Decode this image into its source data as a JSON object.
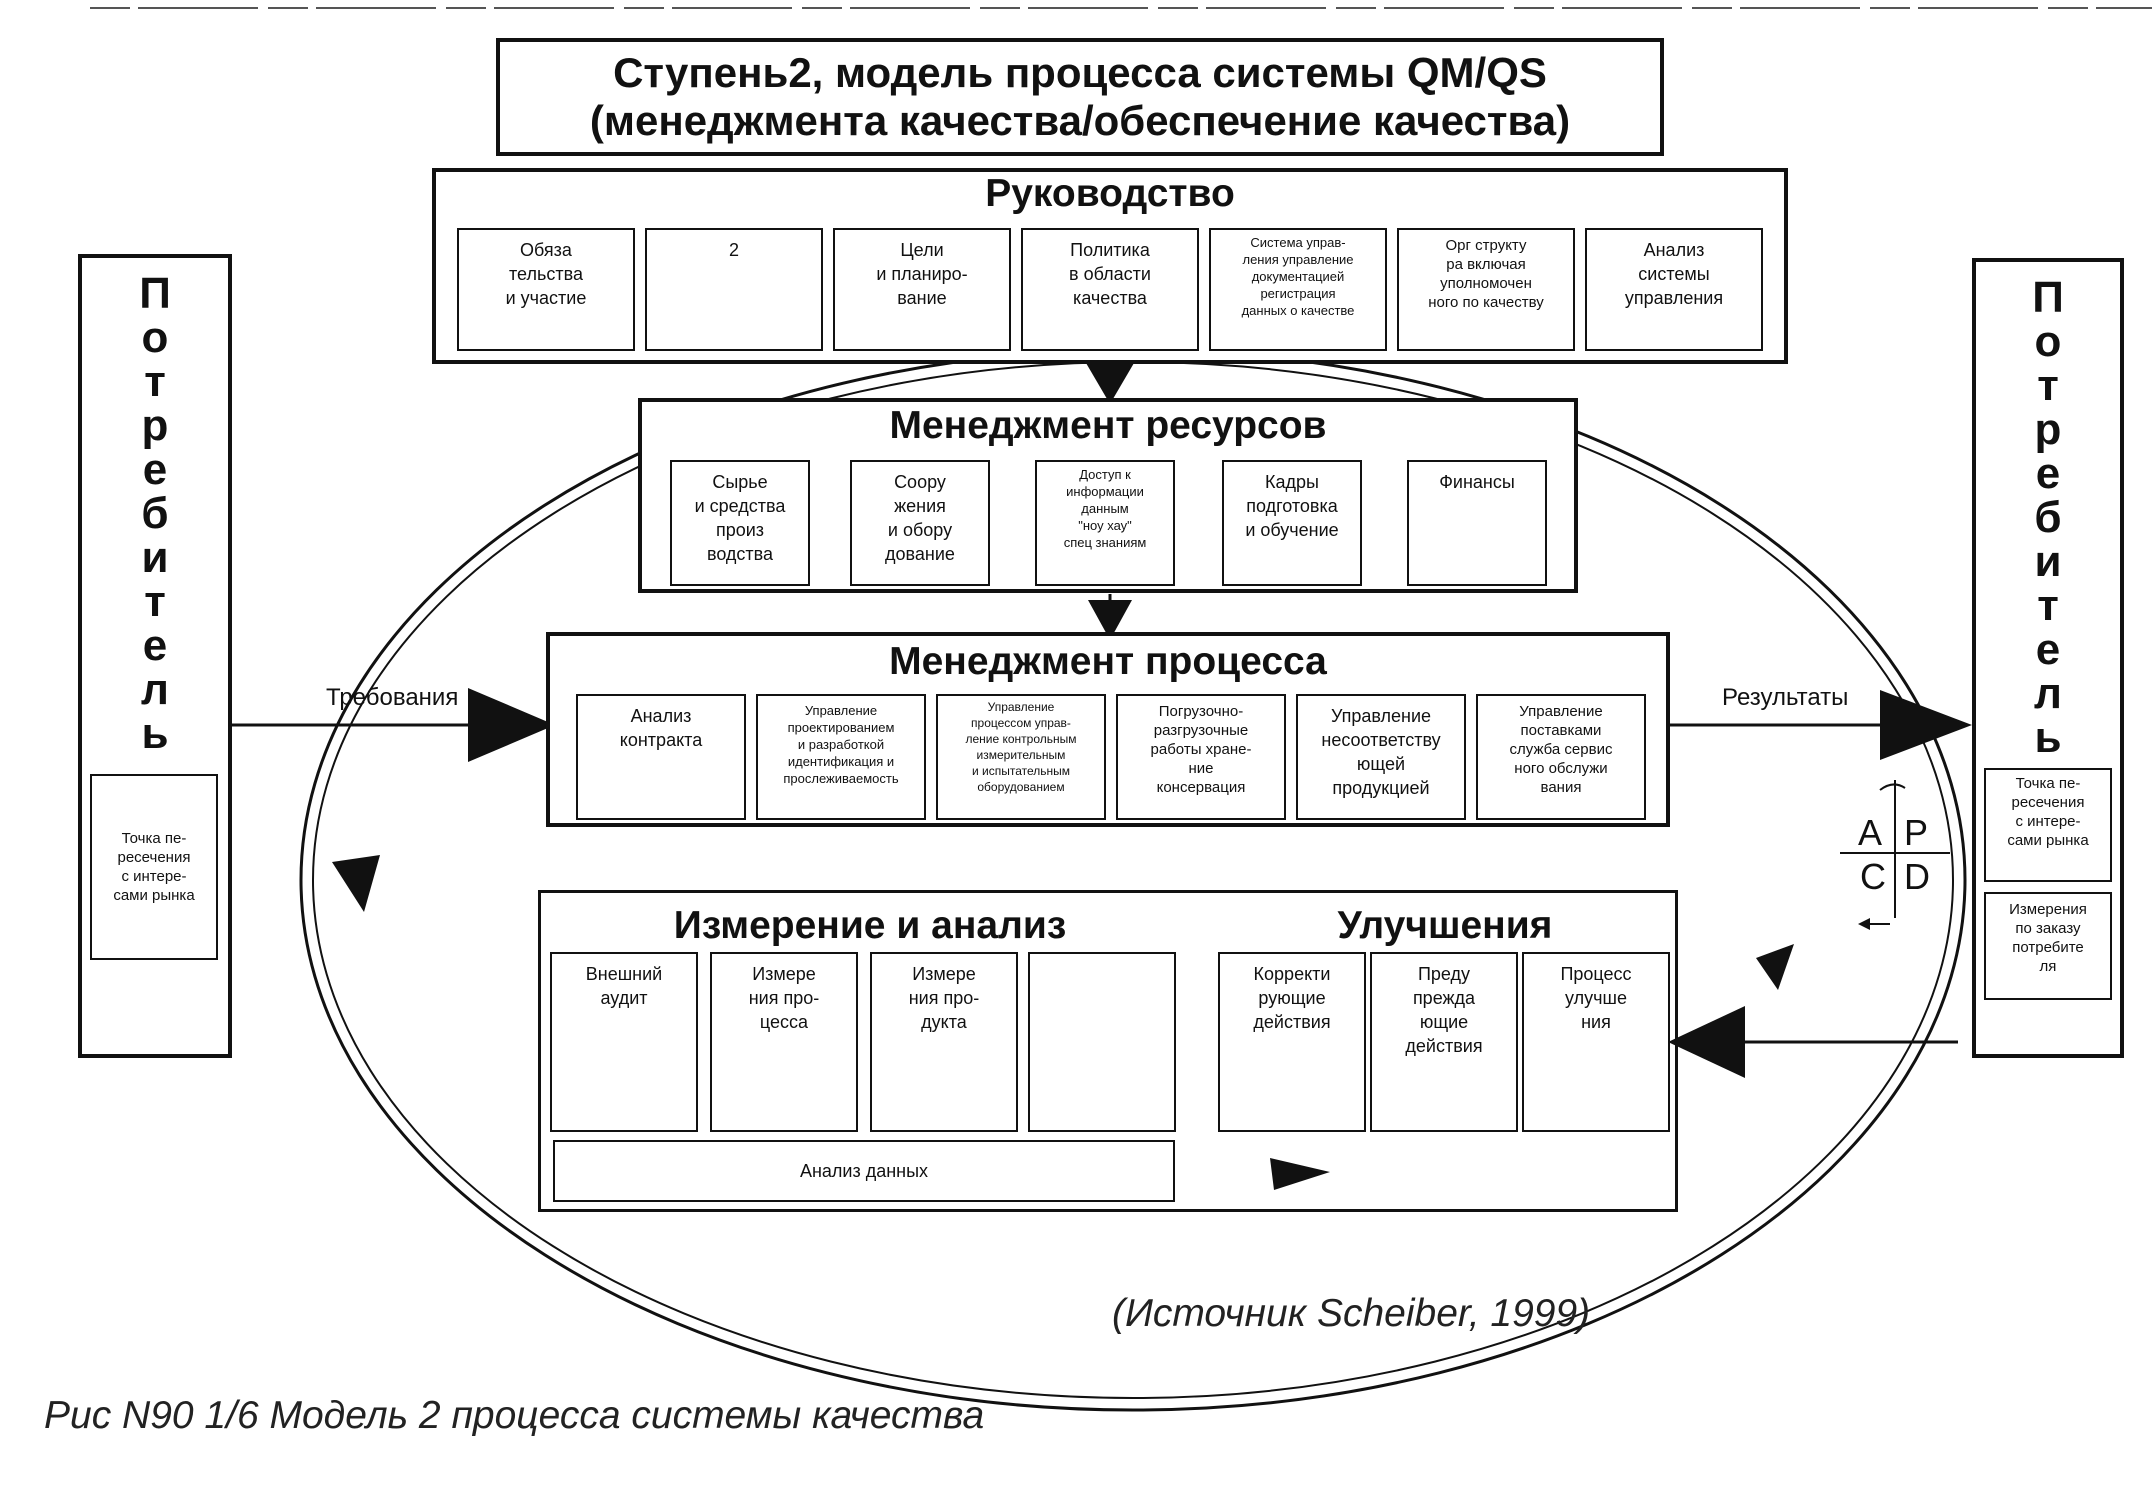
{
  "title": {
    "line1": "Ступень2, модель процесса системы QM/QS",
    "line2": "(менеджмента качества/обеспечение качества)"
  },
  "leadership": {
    "heading": "Руководство",
    "items": [
      "Обяза\nтельства\nи участие",
      "2",
      "Цели\nи планиро-\nвание",
      "Политика\nв области\nкачества",
      "Система управ-\nления управление\nдокументацией\nрегистрация\nданных о качестве",
      "Орг структу\nра включая\nуполномочен\nного по качеству",
      "Анализ\nсистемы\nуправления"
    ]
  },
  "resources": {
    "heading": "Менеджмент ресурсов",
    "items": [
      "Сырье\nи средства\nпроиз\nводства",
      "Соору\nжения\nи обору\nдование",
      "Доступ к\nинформации\nданным\n\"ноу хау\"\nспец знаниям",
      "Кадры\nподготовка\nи обучение",
      "Финансы"
    ]
  },
  "process": {
    "heading": "Менеджмент процесса",
    "items": [
      "Анализ\nконтракта",
      "Управление\nпроектированием\nи разработкой\nидентификация и\nпрослеживаемость",
      "Управление\nпроцессом управ-\nление контрольным\nизмерительным\nи испытательным\nоборудованием",
      "Погрузочно-\nразгрузочные\nработы хране-\nние\nконсервация",
      "Управление\nнесоответству\nющей\nпродукцией",
      "Управление\nпоставками\nслужба сервис\nного обслужи\nвания"
    ]
  },
  "measurement": {
    "heading": "Измерение и анализ",
    "items": [
      "Внешний\nаудит",
      "Измере\nния про-\nцесса",
      "Измере\nния про-\nдукта",
      ""
    ],
    "data_analysis": "Анализ данных"
  },
  "improvement": {
    "heading": "Улучшения",
    "items": [
      "Корректи\nрующие\nдействия",
      "Преду\nпрежда\nющие\nдействия",
      "Процесс\nулучше\nния"
    ]
  },
  "consumer_left": {
    "label": "Потребитель",
    "box": "Точка пе-\nресечения\nс интере-\nсами рынка"
  },
  "consumer_right": {
    "label": "Потребитель",
    "box1": "Точка пе-\nресечения\nс интере-\nсами рынка",
    "box2": "Измерения\nпо заказу\nпотребите\nля"
  },
  "flows": {
    "requirements": "Требования",
    "results": "Результаты"
  },
  "pdca": {
    "a": "A",
    "p": "P",
    "c": "C",
    "d": "D"
  },
  "source": "(Источник  Scheiber, 1999)",
  "caption": "Рис  N90 1/6    Модель 2 процесса системы качества"
}
